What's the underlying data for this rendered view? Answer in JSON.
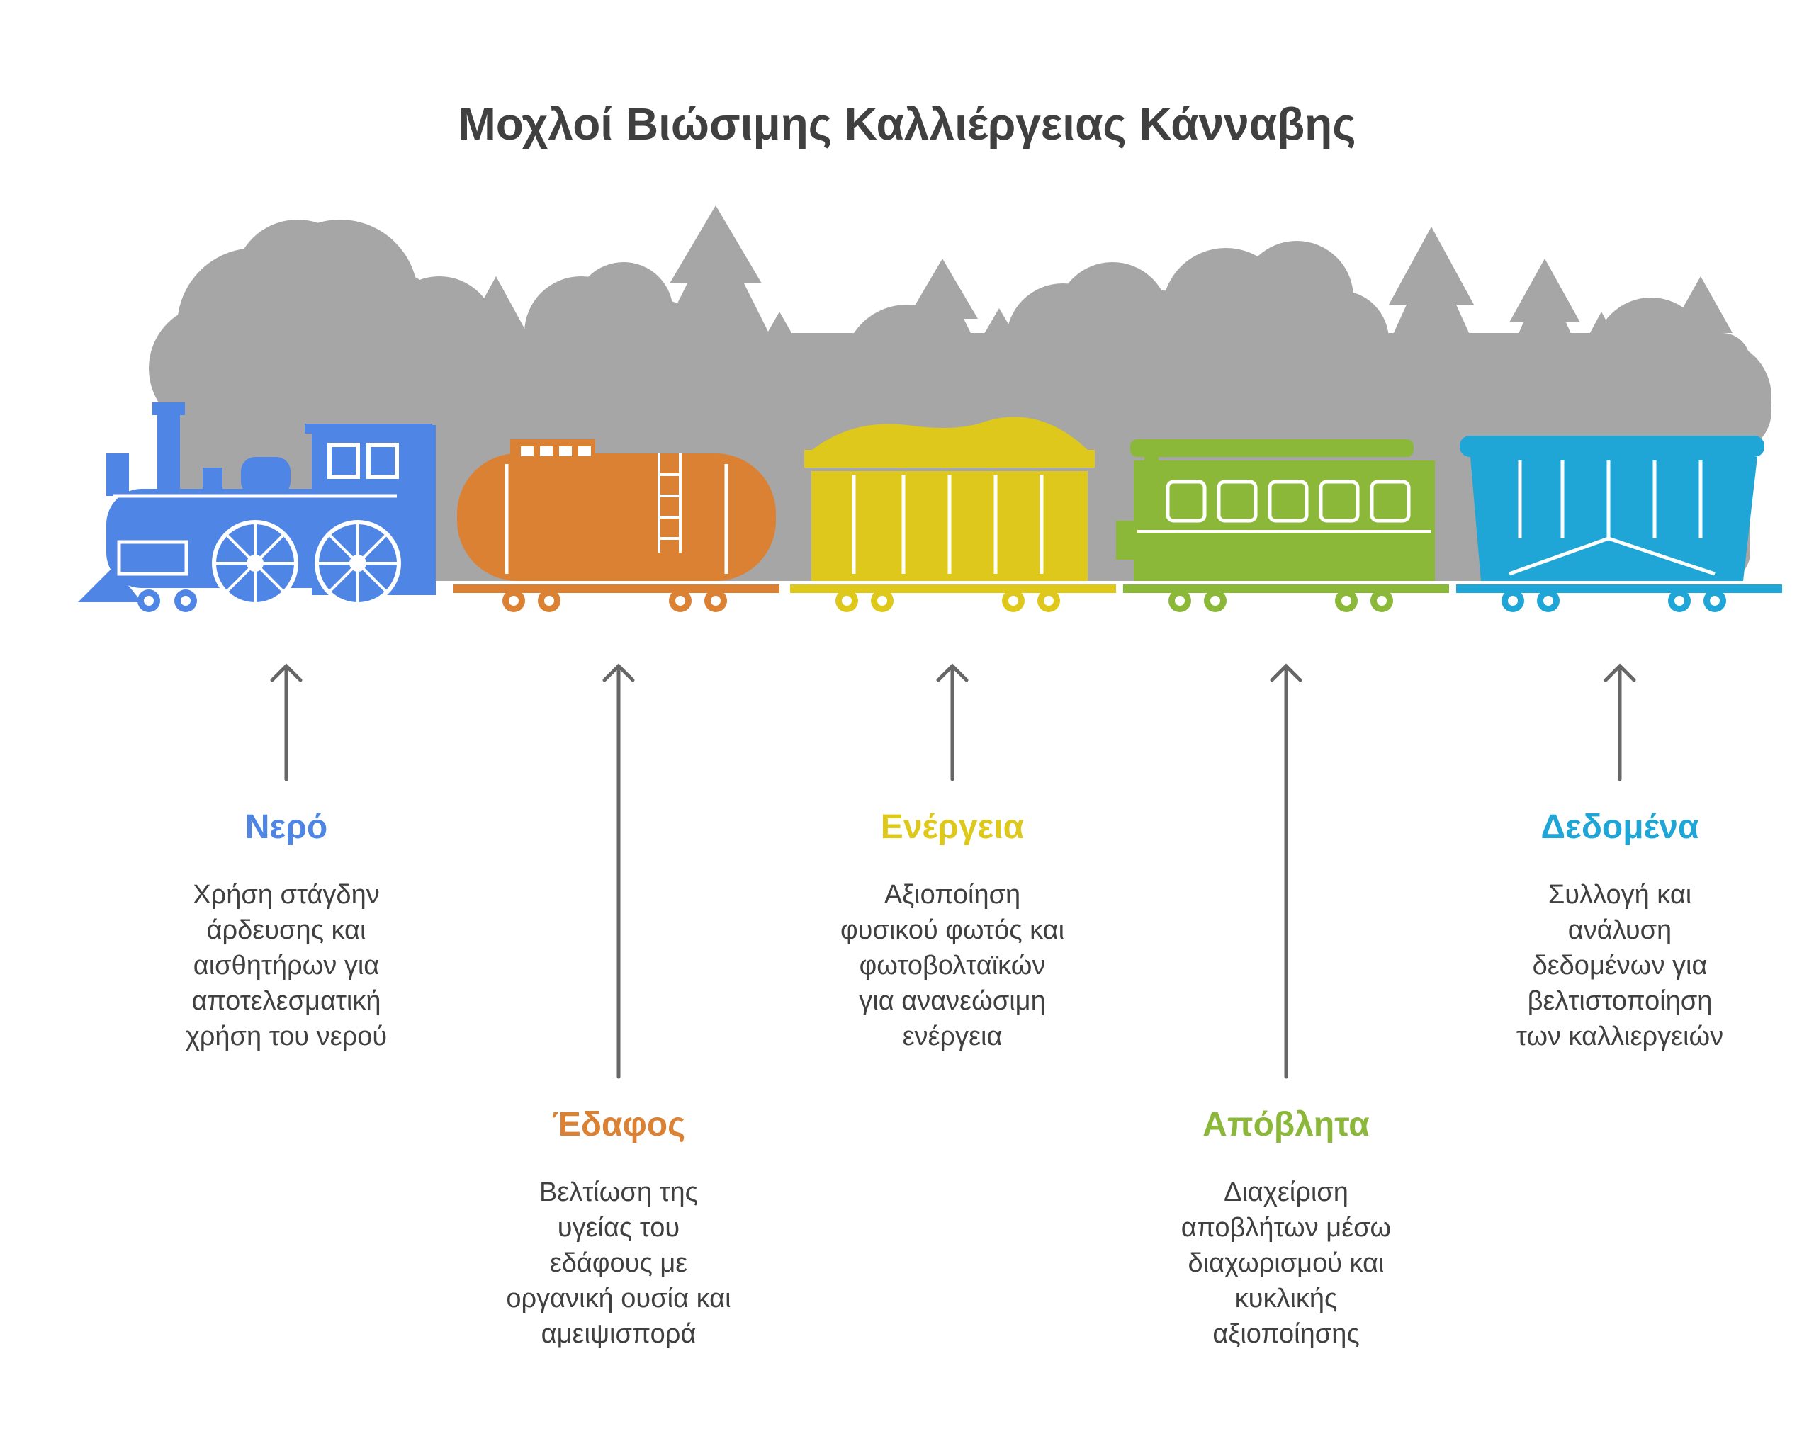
{
  "title": "Μοχλοί Βιώσιμης Καλλιέργειας Κάνναβης",
  "colors": {
    "background_scenery": "#A6A6A6",
    "locomotive": "#4F86E6",
    "tank_car": "#DB8133",
    "hopper_car": "#DDC81B",
    "passenger_car": "#8CB83A",
    "covered_hopper": "#1FA6D6",
    "text": "#404040",
    "arrow": "#666666"
  },
  "items": [
    {
      "label": "Νερό",
      "color": "#4F86E6",
      "desc": [
        "Χρήση στάγδην",
        "άρδευσης και",
        "αισθητήρων για",
        "αποτελεσματική",
        "χρήση του νερού"
      ]
    },
    {
      "label": "Έδαφος",
      "color": "#DB8133",
      "desc": [
        "Βελτίωση της",
        "υγείας του",
        "εδάφους με",
        "οργανική ουσία και",
        "αμειψισπορά"
      ]
    },
    {
      "label": "Ενέργεια",
      "color": "#DDC81B",
      "desc": [
        "Αξιοποίηση",
        "φυσικού φωτός και",
        "φωτοβολταϊκών",
        "για ανανεώσιμη",
        "ενέργεια"
      ]
    },
    {
      "label": "Απόβλητα",
      "color": "#8CB83A",
      "desc": [
        "Διαχείριση",
        "αποβλήτων μέσω",
        "διαχωρισμού και",
        "κυκλικής",
        "αξιοποίησης"
      ]
    },
    {
      "label": "Δεδομένα",
      "color": "#1FA6D6",
      "desc": [
        "Συλλογή και",
        "ανάλυση",
        "δεδομένων για",
        "βελτιστοποίηση",
        "των καλλιεργειών"
      ]
    }
  ]
}
